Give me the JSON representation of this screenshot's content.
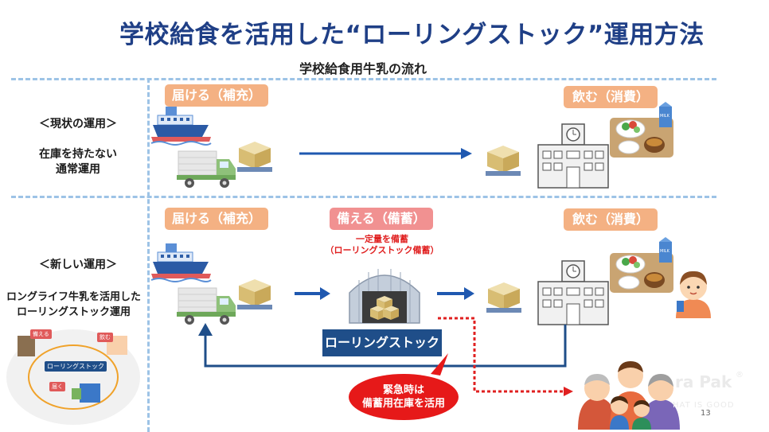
{
  "title": "学校給食を活用した“ローリングストック”運用方法",
  "subtitle": "学校給食用牛乳の流れ",
  "rows": {
    "current": {
      "heading": "＜現状の運用＞",
      "desc_line1": "在庫を持たない",
      "desc_line2": "通常運用"
    },
    "new": {
      "heading": "＜新しい運用＞",
      "desc_line1": "ロングライフ牛乳を活用した",
      "desc_line2": "ローリングストック運用"
    }
  },
  "stages": {
    "deliver": "届ける（補充）",
    "store": "備える（備蓄）",
    "consume": "飲む（消費）"
  },
  "stock_note_line1": "一定量を備蓄",
  "stock_note_line2": "（ローリングストック備蓄）",
  "stock_label": "ローリングストック",
  "emergency_line1": "緊急時は",
  "emergency_line2": "備蓄用在庫を活用",
  "milk_label": "MILK",
  "mini_cycle": {
    "store": "備える",
    "consume": "飲む",
    "deliver": "届く",
    "center": "ローリングストック"
  },
  "brand_name": "ra Pak",
  "brand_mark": "®",
  "brand_tagline": "HAT IS GOOD",
  "page_number": "13",
  "colors": {
    "title": "#1f3f86",
    "accent_blue": "#1f4e89",
    "pill_orange": "#f4b183",
    "pill_red": "#f19191",
    "emergency_red": "#e61919",
    "dash": "#9dc3e6"
  }
}
